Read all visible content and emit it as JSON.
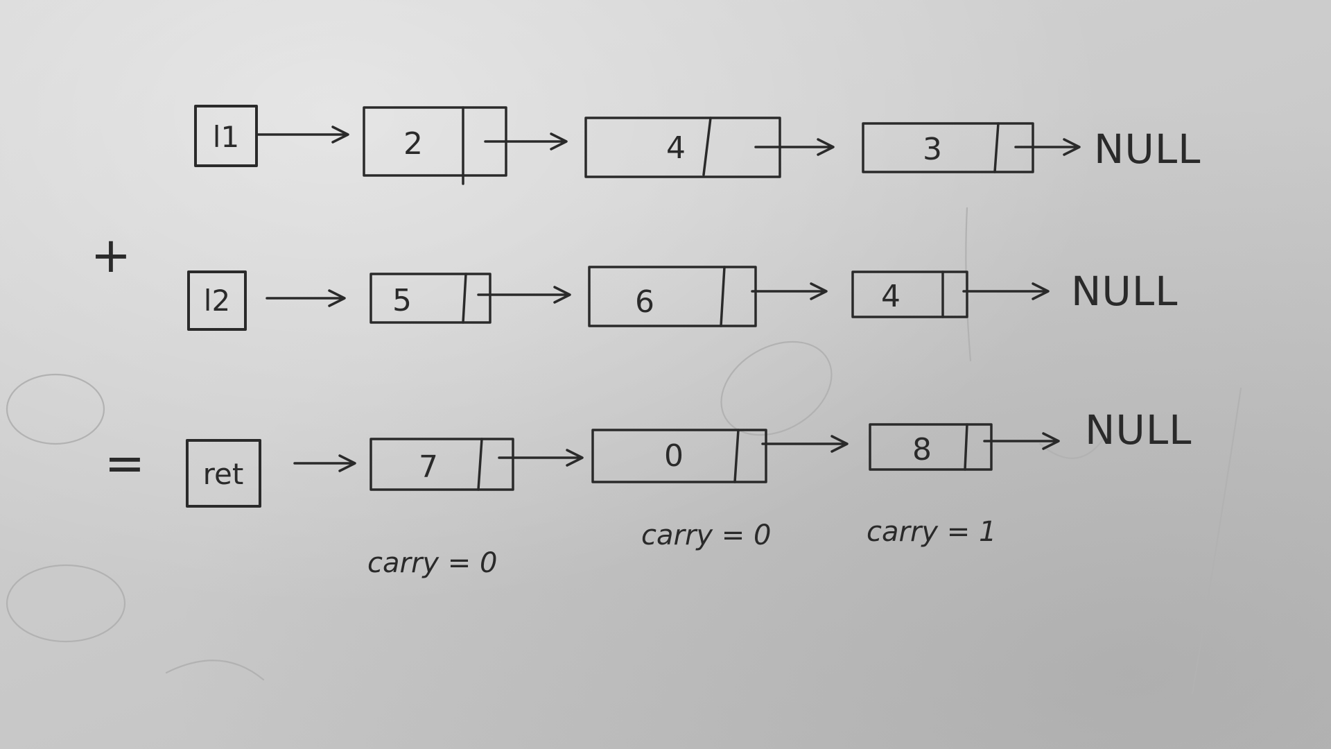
{
  "rows": [
    {
      "id": "l1",
      "operator": "",
      "head": "l1",
      "nodes": [
        {
          "value": "2"
        },
        {
          "value": "4"
        },
        {
          "value": "3"
        }
      ],
      "terminal": "NULL"
    },
    {
      "id": "l2",
      "operator": "+",
      "head": "l2",
      "nodes": [
        {
          "value": "5"
        },
        {
          "value": "6"
        },
        {
          "value": "4"
        }
      ],
      "terminal": "NULL"
    },
    {
      "id": "ret",
      "operator": "=",
      "head": "ret",
      "nodes": [
        {
          "value": "7"
        },
        {
          "value": "0"
        },
        {
          "value": "8"
        }
      ],
      "terminal": "NULL"
    }
  ],
  "carries": [
    "carry = 0",
    "carry = 0",
    "carry = 1"
  ]
}
